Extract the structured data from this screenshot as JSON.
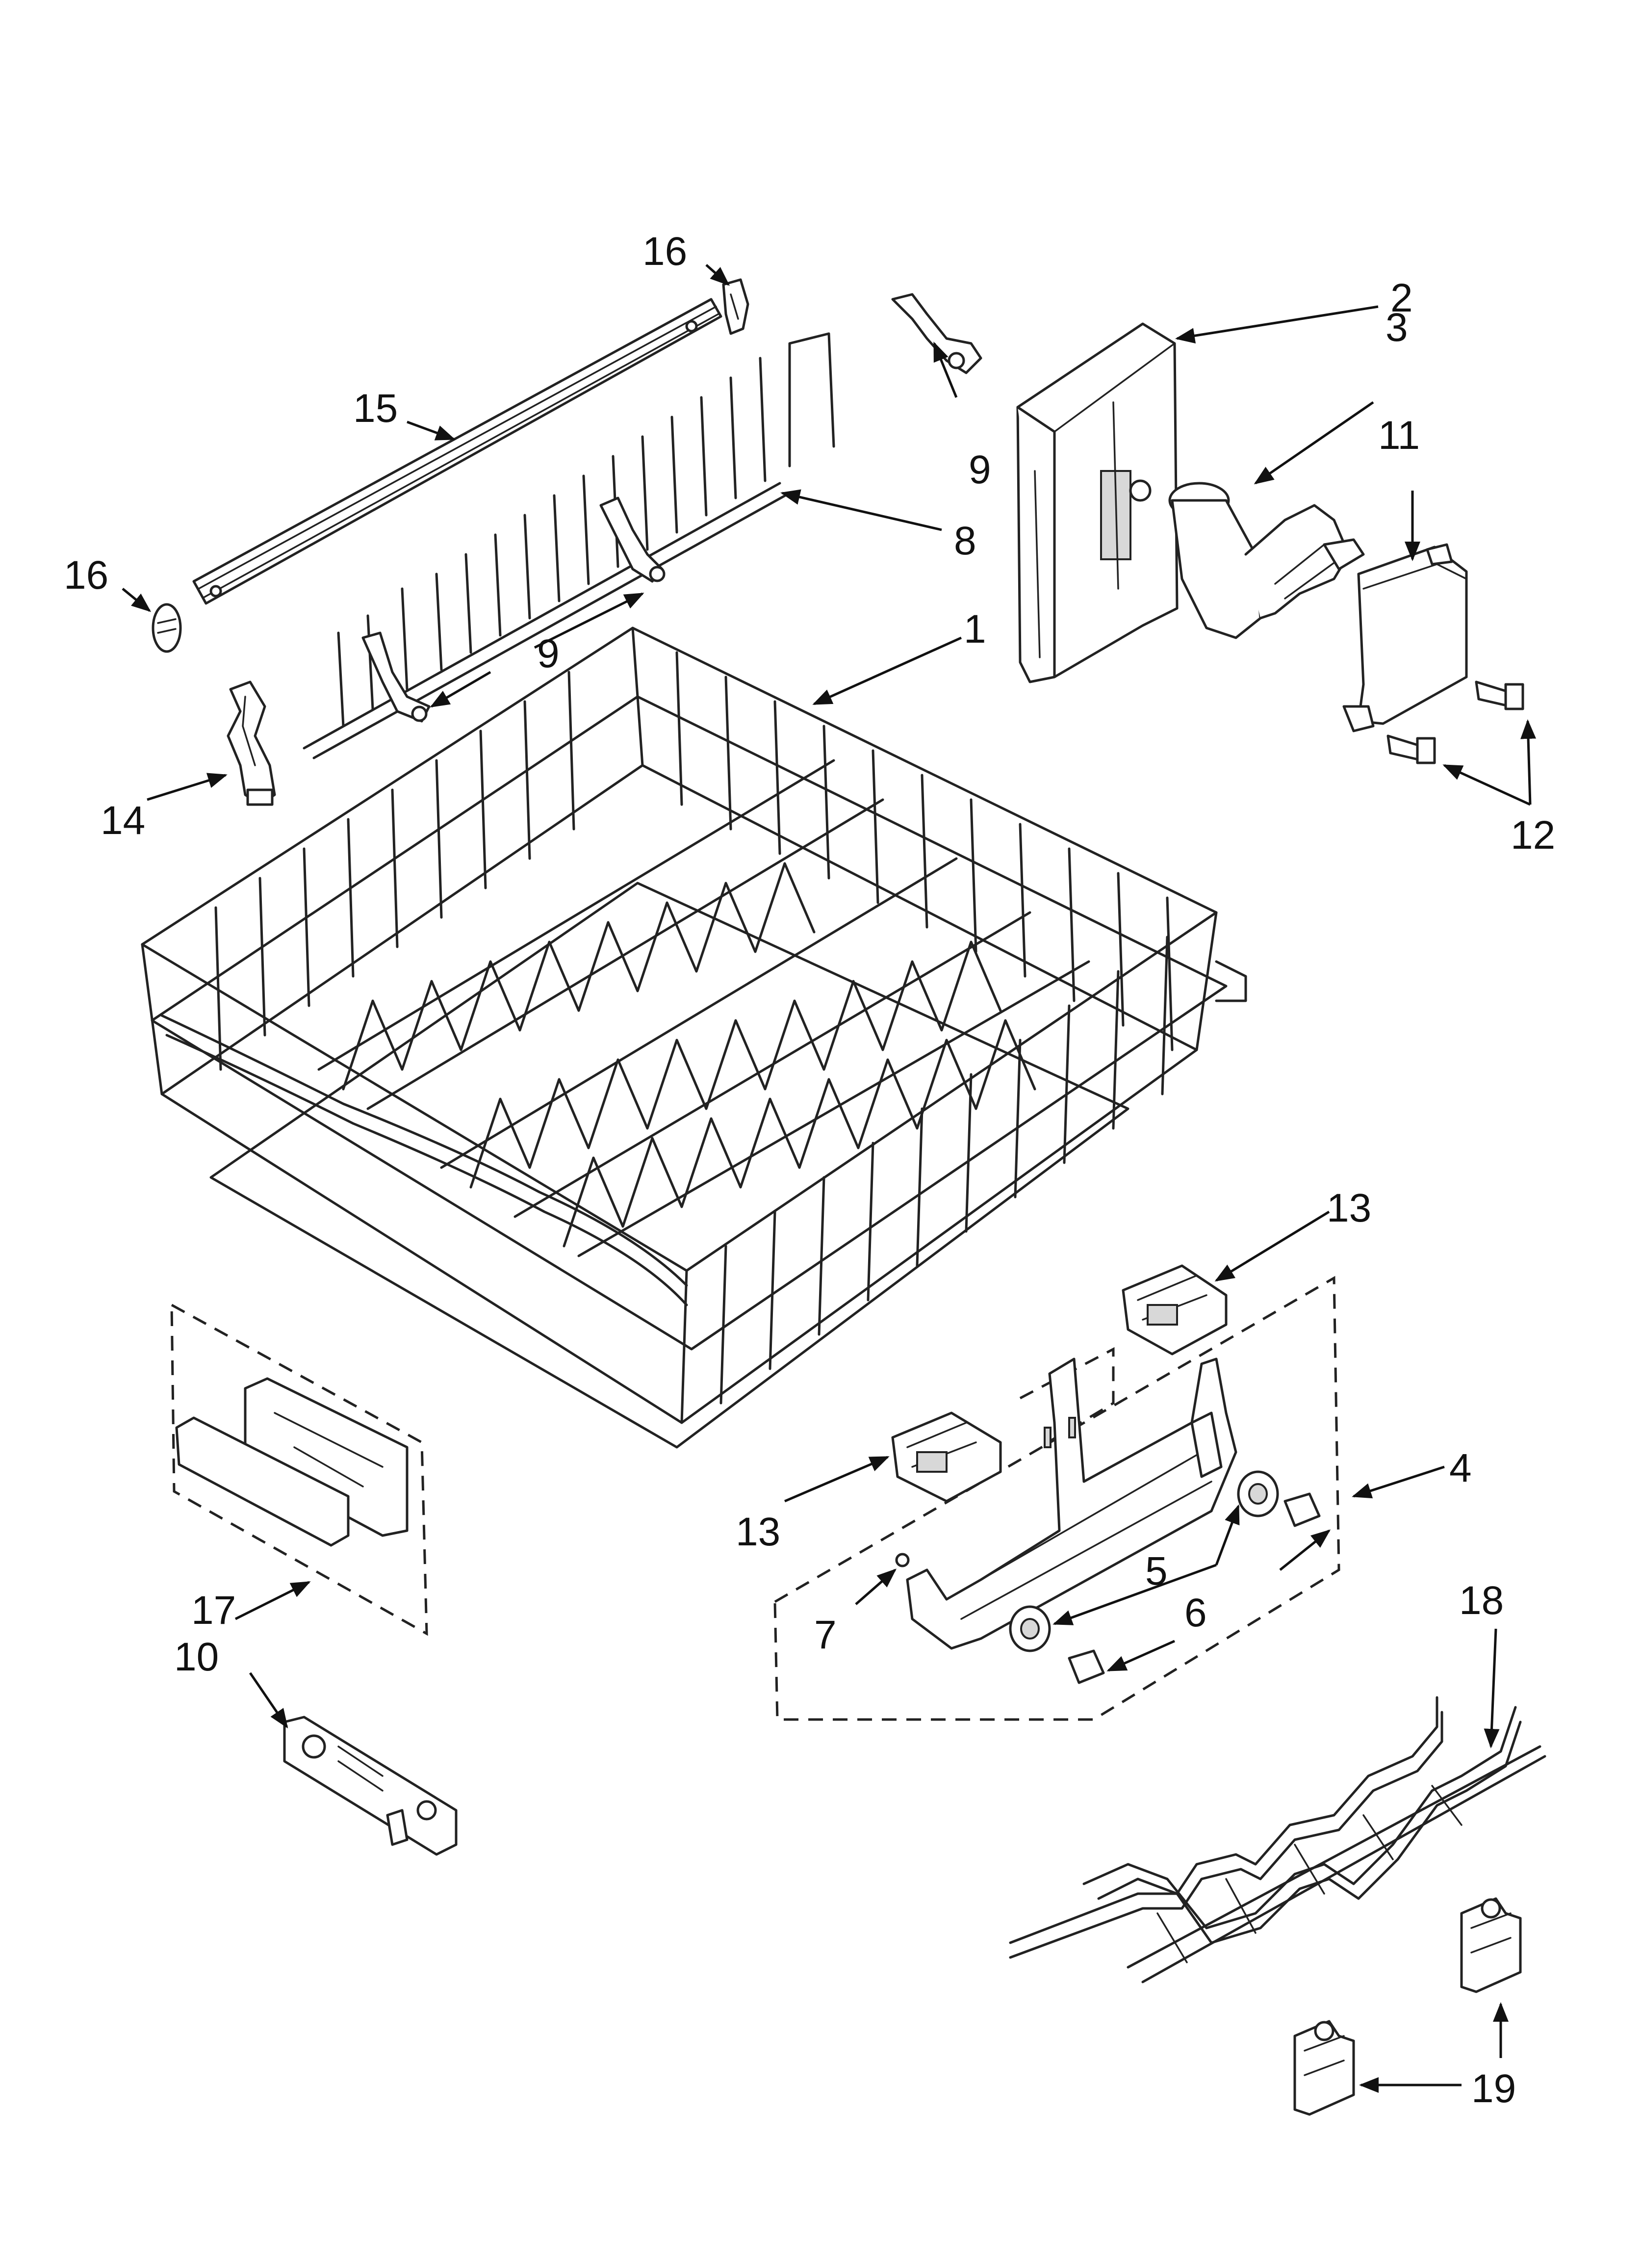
{
  "callouts": {
    "c1": "1",
    "c2": "2",
    "c3": "3",
    "c4": "4",
    "c5": "5",
    "c6": "6",
    "c7": "7",
    "c8": "8",
    "c9a": "9",
    "c9b": "9",
    "c10": "10",
    "c11": "11",
    "c12": "12",
    "c13a": "13",
    "c13b": "13",
    "c14": "14",
    "c15": "15",
    "c16a": "16",
    "c16b": "16",
    "c17": "17",
    "c18": "18",
    "c19": "19"
  },
  "colors": {
    "line": "#222222",
    "background": "#ffffff",
    "fill_shade": "#d8d8d8"
  }
}
